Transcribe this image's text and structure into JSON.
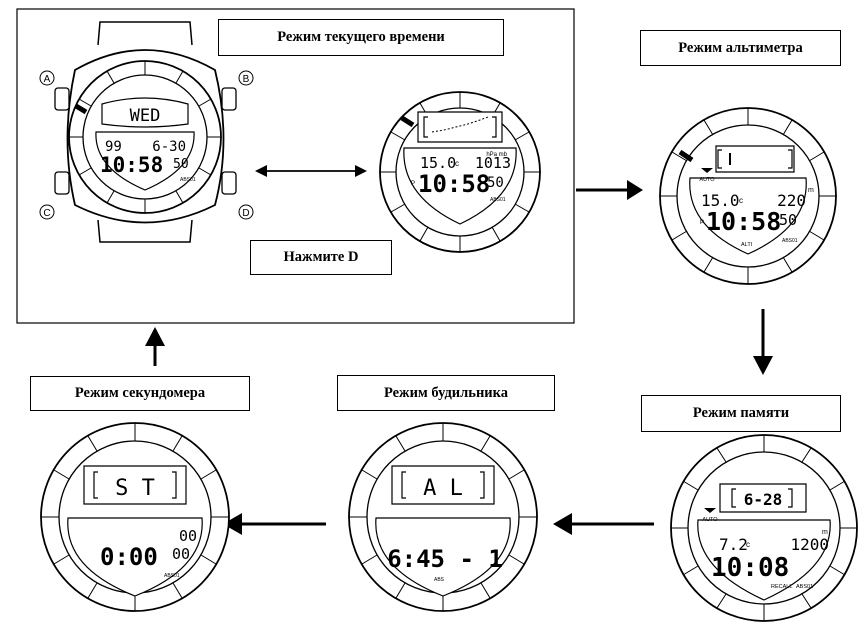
{
  "labels": {
    "current_time_mode": "Режим текущего времени",
    "press_d": "Нажмите D",
    "altimeter_mode": "Режим альтиметра",
    "memory_mode": "Режим памяти",
    "alarm_mode": "Режим будильника",
    "stopwatch_mode": "Режим секундомера"
  },
  "watch_body": {
    "buttons": [
      "A",
      "B",
      "C",
      "D"
    ],
    "day": "WED",
    "year": "99",
    "date": "6-30",
    "time": "10:58",
    "seconds": "50",
    "model": "ABS01"
  },
  "current_time_face": {
    "temp": "15.0",
    "temp_unit": "c",
    "pressure": "1013",
    "pressure_unit": "hPa mb",
    "p_mark": "P",
    "time": "10:58",
    "seconds": "50",
    "model": "ABS01"
  },
  "altimeter_face": {
    "auto": "AUTO",
    "temp": "15.0",
    "temp_unit": "c",
    "altitude": "220",
    "alt_unit": "m",
    "p_mark": "P",
    "time": "10:58",
    "seconds": "50",
    "alti": "ALTI",
    "model": "ABS01"
  },
  "memory_face": {
    "date": "6-28",
    "auto": "AUTO",
    "temp": "7.2",
    "temp_unit": "c",
    "altitude": "1200",
    "alt_unit": "m",
    "time": "10:08",
    "recall": "RECALL",
    "model": "ABS01"
  },
  "alarm_face": {
    "top": "A L",
    "time": "6:45 - 1",
    "model": "ABS"
  },
  "stopwatch_face": {
    "top": "S T",
    "upper": "00",
    "time": "0:00",
    "hundredths": "00",
    "model": "ABS01"
  }
}
